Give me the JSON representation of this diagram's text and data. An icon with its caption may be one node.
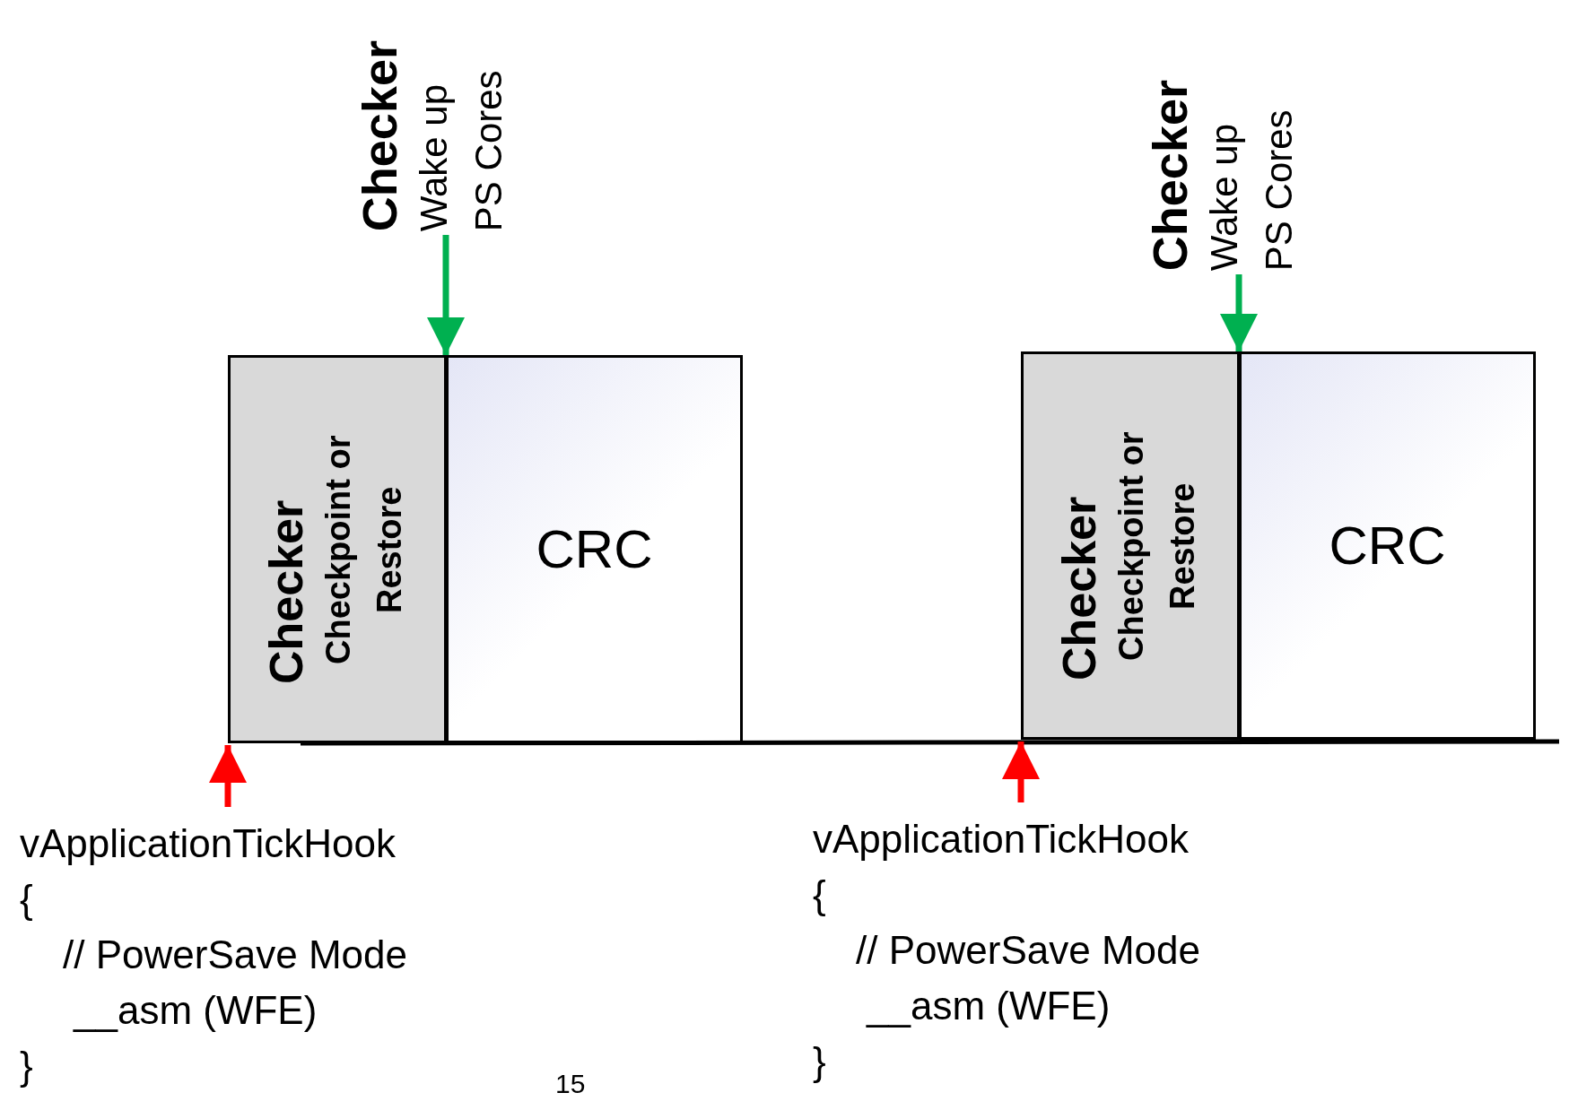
{
  "diagram": {
    "nodes": [
      {
        "text": [
          "Checker",
          "Checkpoint or Restore"
        ]
      },
      {
        "text": [
          "CRC"
        ]
      },
      {
        "text": [
          "Checker",
          "Checkpoint or Restore"
        ]
      },
      {
        "text": [
          "CRC"
        ]
      },
      {
        "text": [
          "Checker",
          "Wake up PS Cores"
        ]
      },
      {
        "text": [
          "vApplicationTickHook",
          "{",
          "// PowerSave Mode",
          "__asm (WFE)",
          "}"
        ]
      },
      {
        "text": [
          "Checker",
          "Wake up PS Cores"
        ]
      },
      {
        "text": [
          "vApplicationTickHook",
          "{",
          "// PowerSave Mode",
          "__asm (WFE)",
          "}"
        ]
      }
    ],
    "edges": [
      {
        "from": 4,
        "to": 1,
        "arrow": "to",
        "color": "#00b050"
      },
      {
        "from": 5,
        "to": 0,
        "arrow": "to",
        "color": "#ff0000"
      },
      {
        "from": 6,
        "to": 3,
        "arrow": "to",
        "color": "#00b050"
      },
      {
        "from": 7,
        "to": 2,
        "arrow": "to",
        "color": "#ff0000"
      }
    ],
    "labels": [
      "15"
    ]
  }
}
